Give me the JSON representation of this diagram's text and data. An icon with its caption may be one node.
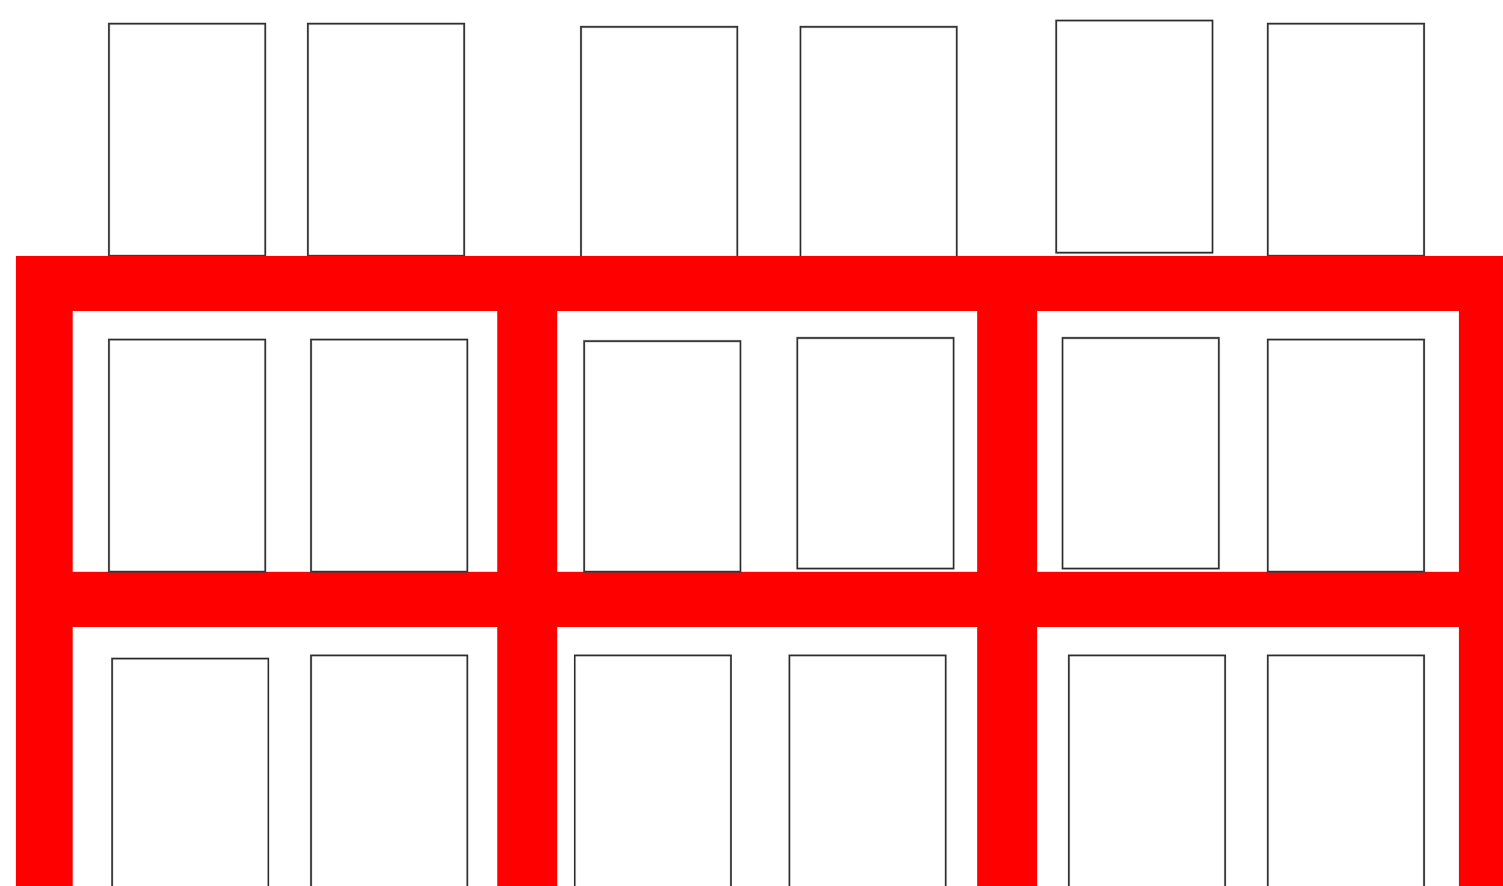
{
  "diagram": {
    "nodes": [
      {
        "text": [],
        "shape": "box"
      },
      {
        "text": [],
        "shape": "box"
      },
      {
        "text": [],
        "shape": "box"
      },
      {
        "text": [],
        "shape": "box"
      },
      {
        "text": [],
        "shape": "box"
      },
      {
        "text": [],
        "shape": "box"
      },
      {
        "text": [],
        "shape": "box"
      },
      {
        "text": [],
        "shape": "box",
        "in": 6
      },
      {
        "text": [],
        "shape": "box",
        "in": 7
      },
      {
        "text": [],
        "shape": "box",
        "in": 7
      },
      {
        "text": [],
        "shape": "box",
        "in": 6
      },
      {
        "text": [],
        "shape": "box",
        "in": 10
      },
      {
        "text": [],
        "shape": "box",
        "in": 10
      },
      {
        "text": [],
        "shape": "box",
        "in": 6
      },
      {
        "text": [],
        "shape": "box",
        "in": 13
      },
      {
        "text": [],
        "shape": "box",
        "in": 13
      },
      {
        "text": [],
        "shape": "box",
        "in": 6
      },
      {
        "text": [],
        "shape": "box",
        "in": 16
      },
      {
        "text": [],
        "shape": "box",
        "in": 16
      },
      {
        "text": [],
        "shape": "box",
        "in": 6
      },
      {
        "text": [],
        "shape": "box",
        "in": 19
      },
      {
        "text": [],
        "shape": "box",
        "in": 19
      },
      {
        "text": [],
        "shape": "box",
        "in": 6
      },
      {
        "text": [],
        "shape": "box",
        "in": 22
      },
      {
        "text": [],
        "shape": "box",
        "in": 22
      }
    ]
  }
}
